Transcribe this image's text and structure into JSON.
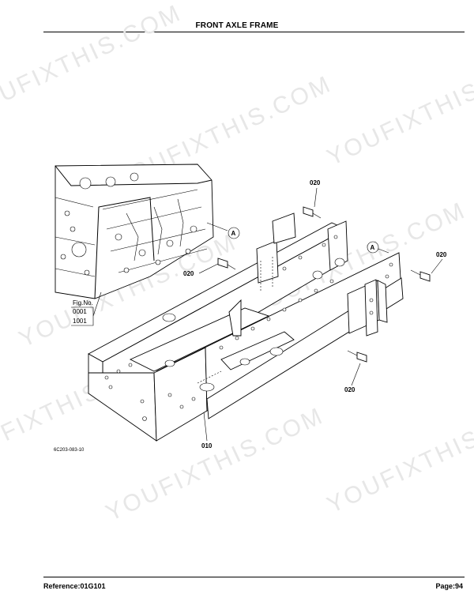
{
  "header": {
    "title": "FRONT AXLE FRAME"
  },
  "watermark": {
    "text": "YOUFIXTHIS.COM",
    "color": "#e7e7e7"
  },
  "figure": {
    "fig_no_label": "Fig.No.",
    "fig_numbers": [
      "0001",
      "1001"
    ],
    "drawing_code": "6C203-083-10",
    "callouts": [
      {
        "label": "020",
        "part": "bolt"
      },
      {
        "label": "020",
        "part": "bolt"
      },
      {
        "label": "020",
        "part": "bolt"
      },
      {
        "label": "020",
        "part": "bolt"
      },
      {
        "label": "010",
        "part": "front axle frame"
      }
    ],
    "ref_marker": "A"
  },
  "footer": {
    "reference": "Reference:01G101",
    "page": "Page:94"
  }
}
